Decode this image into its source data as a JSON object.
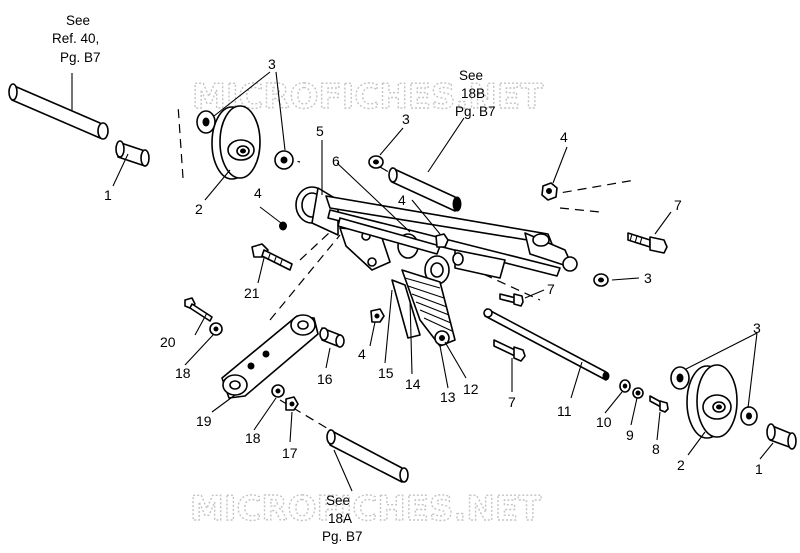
{
  "watermark": {
    "top": "MICROFICHES.NET",
    "bottom": "MICROFICHES.NET"
  },
  "references": {
    "ref40": [
      "See",
      "Ref. 40,",
      "Pg. B7"
    ],
    "ref18b": [
      "See",
      "18B",
      "Pg. B7"
    ],
    "ref18a": [
      "See",
      "18A",
      "Pg. B7"
    ]
  },
  "callouts": {
    "c1a": "1",
    "c1b": "1",
    "c2a": "2",
    "c2b": "2",
    "c3a": "3",
    "c3b": "3",
    "c3c": "3",
    "c3d": "3",
    "c4a": "4",
    "c4b": "4",
    "c4c": "4",
    "c4d": "4",
    "c5": "5",
    "c6": "6",
    "c7a": "7",
    "c7b": "7",
    "c7c": "7",
    "c8": "8",
    "c9": "9",
    "c10": "10",
    "c11": "11",
    "c12": "12",
    "c13": "13",
    "c14": "14",
    "c15": "15",
    "c16": "16",
    "c17": "17",
    "c18a": "18",
    "c18b": "18",
    "c19": "19",
    "c20": "20",
    "c21": "21"
  }
}
